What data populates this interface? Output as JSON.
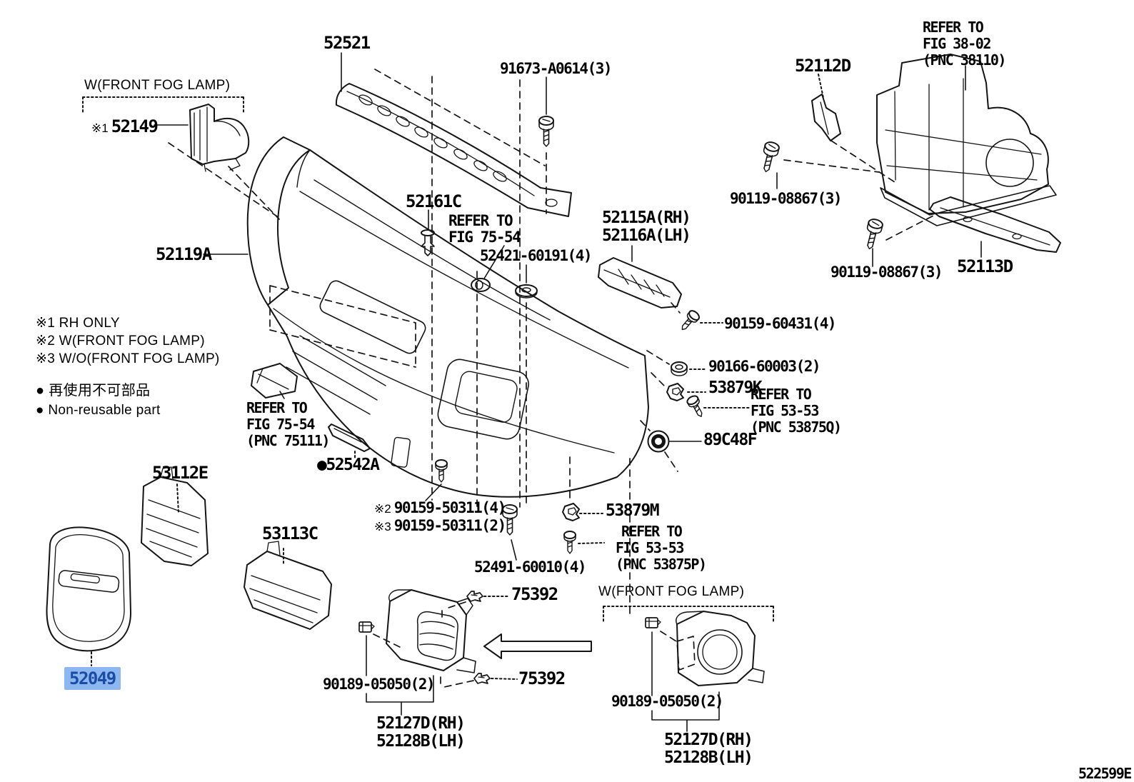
{
  "diagram_code": "522599E",
  "highlight": {
    "bg": "#8db7f1",
    "fg": "#1c4ba6"
  },
  "brackets": {
    "fog_left": "W(FRONT FOG LAMP)",
    "fog_right": "W(FRONT FOG LAMP)"
  },
  "notes": {
    "note1": "※1 RH ONLY",
    "note2": "※2 W(FRONT FOG LAMP)",
    "note3": "※3 W/O(FRONT FOG LAMP)",
    "legend_jp": "● 再使用不可部品",
    "legend_en": "● Non-reusable part"
  },
  "parts": {
    "p52521": "52521",
    "p91673": "91673-A0614(3)",
    "star1": "※1",
    "p52149": "52149",
    "p52119A": "52119A",
    "p52112D": "52112D",
    "p90119a": "90119-08867(3)",
    "p90119b": "90119-08867(3)",
    "p52113D": "52113D",
    "p52161C": "52161C",
    "p52421": "52421-60191(4)",
    "p52115A": "52115A(RH)",
    "p52116A": "52116A(LH)",
    "p90159_60431": "90159-60431(4)",
    "p90166": "90166-60003(2)",
    "p53879K": "53879K",
    "p89C48F": "89C48F",
    "p52542A": "●52542A",
    "p53112E": "53112E",
    "p53113C": "53113C",
    "star2": "※2",
    "p90159_50311a": "90159-50311(4)",
    "star3": "※3",
    "p90159_50311b": "90159-50311(2)",
    "p52491": "52491-60010(4)",
    "p53879M": "53879M",
    "p75392a": "75392",
    "p75392b": "75392",
    "p90189a": "90189-05050(2)",
    "p90189b": "90189-05050(2)",
    "p52127Da": "52127D(RH)",
    "p52128Ba": "52128B(LH)",
    "p52127Db": "52127D(RH)",
    "p52128Bb": "52128B(LH)",
    "p52049": "52049"
  },
  "refs": {
    "fig3802_l1": "REFER TO",
    "fig3802_l2": "FIG 38-02",
    "fig3802_l3": "(PNC 38110)",
    "fig7554_l1": "REFER TO",
    "fig7554_l2": "FIG 75-54",
    "fig75111_l1": "REFER TO",
    "fig75111_l2": "FIG 75-54",
    "fig75111_l3": "(PNC 75111)",
    "fig5353q_l1": "REFER TO",
    "fig5353q_l2": "FIG 53-53",
    "fig5353q_l3": "(PNC 53875Q)",
    "fig5353p_l1": "REFER TO",
    "fig5353p_l2": "FIG 53-53",
    "fig5353p_l3": "(PNC 53875P)"
  }
}
